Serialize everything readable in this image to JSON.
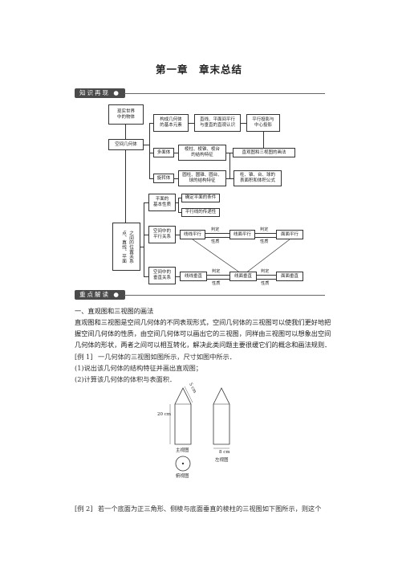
{
  "title": "第一章　章末总结",
  "sections": {
    "s1": "知识再现",
    "s2": "重点解读"
  },
  "map": {
    "real": "现实世界\n中的物体",
    "space": "空间几何体",
    "basic": "构成几何体\n的基本元素",
    "intuition": "直线、平面间平行\n与垂直的直观认识",
    "projection": "平行投影与\n中心投影",
    "poly": "多面体",
    "poly_feat": "棱柱、棱锥、棱台\n的结构特征",
    "views": "直观图和三视图的画法",
    "rot": "旋转体",
    "rot_feat": "圆柱、圆锥、圆台、\n球的结构特征",
    "area": "柱、锥、台、球的\n表面积和体积公式",
    "left": "点、直线、平面",
    "left2": "之间的位置关系",
    "plane_basic": "平面的\n基本性质",
    "plane_cond": "确定平面的条件",
    "parallel_trans": "平行线的传递性",
    "par_rel": "空间中的\n平行关系",
    "line_par": "线线平行",
    "lp_par": "线面平行",
    "pp_par": "面面平行",
    "perp_rel": "空间中的\n垂直关系",
    "line_perp": "线线垂直",
    "lp_perp": "线面垂直",
    "pp_perp": "面面垂直",
    "judge": "判定",
    "prop": "性质"
  },
  "heading1": "一、直观图和三视图的画法",
  "intro": "直观图和三视图是空间几何体的不同表现形式，空间几何体的三视图可以使我们更好地把握空间几何体的性质，由空间几何体可以画出它的三视图，同样由三视图可以想象出空间几何体的形状，两者之间可以相互转化，解决此类问题主要很缓它们的概念和画法规则．",
  "example1": {
    "label": "[例 1]",
    "text": "一几何体的三视图如图所示，尺寸如图中所示．",
    "q1": "(1)说出该几何体的结构特征并画出直观图；",
    "q2": "(2)计算该几何体的体积与表面积．"
  },
  "figure": {
    "dim_slant": "5 cm",
    "dim_height": "20 cm",
    "dim_width": "8 cm",
    "front": "主视图",
    "side": "左视图",
    "top": "俯视图"
  },
  "example2": {
    "label": "[例 2]",
    "text": "若一个底面为正三角形、侧棱与底面垂直的棱柱的三视图如下图所示，则这个"
  }
}
